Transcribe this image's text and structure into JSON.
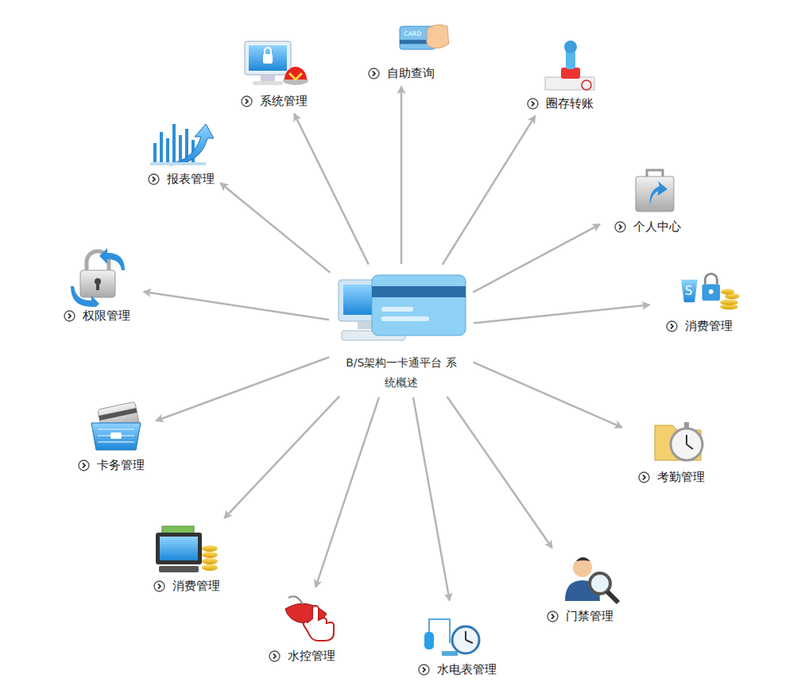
{
  "diagram": {
    "nodes": [
      {
        "text": [
          "B/S架构一卡通平台 系统概述"
        ]
      },
      {
        "text": [
          "系统管理"
        ]
      },
      {
        "text": [
          "自助查询"
        ]
      },
      {
        "text": [
          "圈存转账"
        ]
      },
      {
        "text": [
          "个人中心"
        ]
      },
      {
        "text": [
          "消费管理"
        ]
      },
      {
        "text": [
          "考勤管理"
        ]
      },
      {
        "text": [
          "门禁管理"
        ]
      },
      {
        "text": [
          "水电表管理"
        ]
      },
      {
        "text": [
          "水控管理"
        ]
      },
      {
        "text": [
          "消费管理"
        ]
      },
      {
        "text": [
          "卡务管理"
        ]
      },
      {
        "text": [
          "权限管理"
        ]
      },
      {
        "text": [
          "报表管理"
        ]
      }
    ],
    "edges": [
      {
        "from": 0,
        "to": 1,
        "arrow": "to"
      },
      {
        "from": 0,
        "to": 2,
        "arrow": "to"
      },
      {
        "from": 0,
        "to": 3,
        "arrow": "to"
      },
      {
        "from": 0,
        "to": 4,
        "arrow": "to"
      },
      {
        "from": 0,
        "to": 5,
        "arrow": "to"
      },
      {
        "from": 0,
        "to": 6,
        "arrow": "to"
      },
      {
        "from": 0,
        "to": 7,
        "arrow": "to"
      },
      {
        "from": 0,
        "to": 8,
        "arrow": "to"
      },
      {
        "from": 0,
        "to": 9,
        "arrow": "to"
      },
      {
        "from": 0,
        "to": 10,
        "arrow": "to"
      },
      {
        "from": 0,
        "to": 11,
        "arrow": "to"
      },
      {
        "from": 0,
        "to": 12,
        "arrow": "to"
      },
      {
        "from": 0,
        "to": 13,
        "arrow": "to"
      }
    ]
  }
}
